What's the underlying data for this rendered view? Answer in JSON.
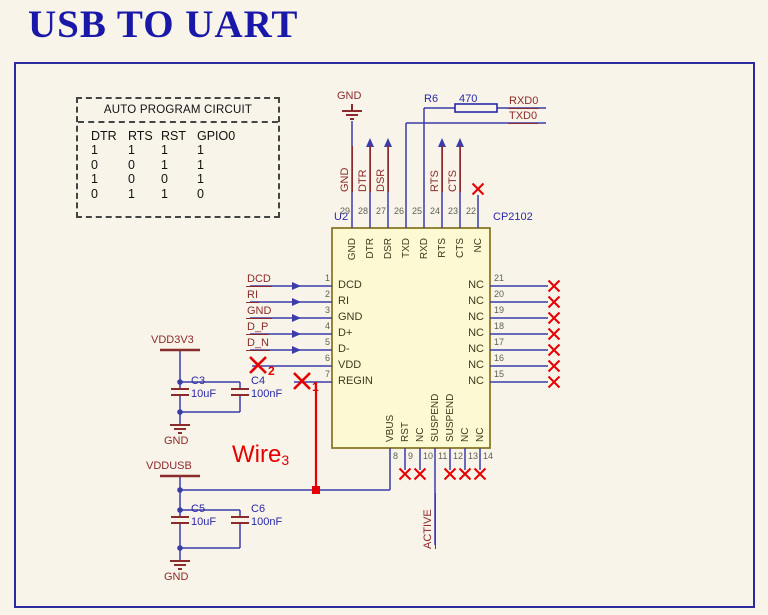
{
  "title": "USB TO UART",
  "auto_program_box": {
    "title": "AUTO PROGRAM CIRCUIT",
    "columns": [
      "DTR",
      "RTS",
      "RST",
      "GPIO0"
    ],
    "rows": [
      [
        "1",
        "1",
        "1",
        "1"
      ],
      [
        "0",
        "0",
        "1",
        "1"
      ],
      [
        "1",
        "0",
        "0",
        "1"
      ],
      [
        "0",
        "1",
        "1",
        "0"
      ]
    ]
  },
  "power": {
    "gnd_top": "GND",
    "vdd3v3": "VDD3V3",
    "gnd_mid": "GND",
    "vddusb": "VDDUSB",
    "gnd_bottom": "GND"
  },
  "components": {
    "r6": {
      "refdes": "R6",
      "value": "470"
    },
    "c3": {
      "refdes": "C3",
      "value": "10uF"
    },
    "c4": {
      "refdes": "C4",
      "value": "100nF"
    },
    "c5": {
      "refdes": "C5",
      "value": "10uF"
    },
    "c6": {
      "refdes": "C6",
      "value": "100nF"
    }
  },
  "nets": {
    "rxd0": "RXD0",
    "txd0": "TXD0",
    "dcd": "DCD",
    "ri": "RI",
    "gnd": "GND",
    "d_p": "D_P",
    "d_n": "D_N",
    "top_gnd": "GND",
    "top_dtr": "DTR",
    "top_dsr": "DSR",
    "top_rts": "RTS",
    "top_cts": "CTS",
    "active": "ACTIVE"
  },
  "chip": {
    "refdes": "U2",
    "part": "CP2102",
    "left_pins": [
      {
        "num": "1",
        "name": "DCD"
      },
      {
        "num": "2",
        "name": "RI"
      },
      {
        "num": "3",
        "name": "GND"
      },
      {
        "num": "4",
        "name": "D+"
      },
      {
        "num": "5",
        "name": "D-"
      },
      {
        "num": "6",
        "name": "VDD"
      },
      {
        "num": "7",
        "name": "REGIN"
      }
    ],
    "right_pins": [
      {
        "num": "21",
        "name": "NC"
      },
      {
        "num": "20",
        "name": "NC"
      },
      {
        "num": "19",
        "name": "NC"
      },
      {
        "num": "18",
        "name": "NC"
      },
      {
        "num": "17",
        "name": "NC"
      },
      {
        "num": "16",
        "name": "NC"
      },
      {
        "num": "15",
        "name": "NC"
      }
    ],
    "top_pins": [
      {
        "num": "29",
        "name": "GND"
      },
      {
        "num": "28",
        "name": "DTR"
      },
      {
        "num": "27",
        "name": "DSR"
      },
      {
        "num": "26",
        "name": "TXD"
      },
      {
        "num": "25",
        "name": "RXD"
      },
      {
        "num": "24",
        "name": "RTS"
      },
      {
        "num": "23",
        "name": "CTS"
      },
      {
        "num": "22",
        "name": "NC"
      }
    ],
    "bottom_pins": [
      {
        "num": "8",
        "name": "VBUS"
      },
      {
        "num": "9",
        "name": "RST"
      },
      {
        "num": "10",
        "name": "NC"
      },
      {
        "num": "11",
        "name": "SUSPEND"
      },
      {
        "num": "12",
        "name": "SUSPEND"
      },
      {
        "num": "13",
        "name": "NC"
      },
      {
        "num": "14",
        "name": "NC"
      }
    ]
  },
  "annotations": {
    "wire_label": "Wire",
    "wire_index": "3",
    "x1_index": "1",
    "x2_index": "2"
  },
  "colors": {
    "wire": "#3c3caa",
    "net_label": "#8c2b2b",
    "component_label": "#2929a6",
    "chip_fill": "#fdf9d2",
    "chip_border": "#8a7a28",
    "annotation_red": "#e60000",
    "title_blue": "#1a18a8",
    "frame_blue": "#2b2ba0",
    "background": "#f8f4ea"
  }
}
